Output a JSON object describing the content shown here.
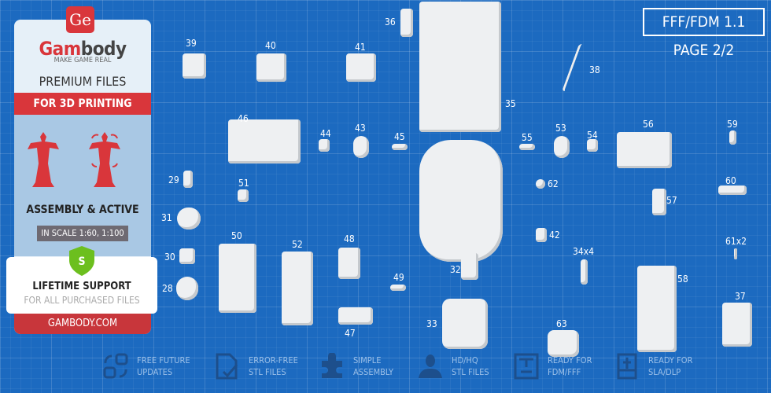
{
  "promo": {
    "logo": "Ge",
    "brand_red": "Gam",
    "brand_grey": "body",
    "tagline": "MAKE GAME REAL",
    "premium": "PREMIUM FILES",
    "for_printing": "FOR 3D PRINTING",
    "assembly": "ASSEMBLY & ACTIVE",
    "scale": "IN SCALE 1:60, 1:100",
    "shield_letter": "S",
    "support_title": "LIFETIME SUPPORT",
    "support_sub": "FOR ALL PURCHASED FILES",
    "site": "GAMBODY.COM"
  },
  "header": {
    "format": "FFF/FDM 1.1",
    "page": "PAGE 2/2"
  },
  "parts": [
    "39",
    "40",
    "41",
    "36",
    "38",
    "35",
    "46",
    "44",
    "43",
    "45",
    "55",
    "53",
    "54",
    "56",
    "59",
    "29",
    "51",
    "62",
    "60",
    "57",
    "31",
    "42",
    "34x4",
    "61x2",
    "50",
    "52",
    "48",
    "30",
    "32",
    "49",
    "58",
    "28",
    "37",
    "33",
    "47",
    "63"
  ],
  "features": [
    {
      "icon": "refresh-icon",
      "l1": "FREE FUTURE",
      "l2": "UPDATES"
    },
    {
      "icon": "file-check-icon",
      "l1": "ERROR-FREE",
      "l2": "STL FILES"
    },
    {
      "icon": "puzzle-icon",
      "l1": "SIMPLE",
      "l2": "ASSEMBLY"
    },
    {
      "icon": "bust-icon",
      "l1": "HD/HQ",
      "l2": "STL FILES"
    },
    {
      "icon": "fdm-printer-icon",
      "l1": "READY FOR",
      "l2": "FDM/FFF"
    },
    {
      "icon": "sla-printer-icon",
      "l1": "READY FOR",
      "l2": "SLA/DLP"
    }
  ],
  "colors": {
    "background": "#1c6ac0",
    "accent": "#d9363b"
  }
}
